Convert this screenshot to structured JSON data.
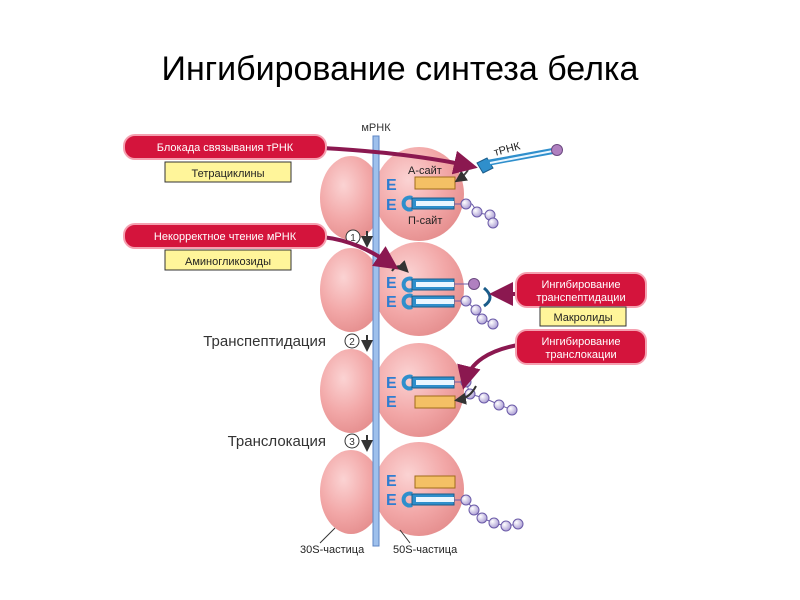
{
  "title": "Ингибирование синтеза белка",
  "labels": {
    "mrna": "мРНК",
    "trna": "тРНК",
    "a_site": "А-сайт",
    "p_site": "П-сайт",
    "transpeptidation": "Транспептидация",
    "translocation": "Транслокация",
    "subunit_30s": "30S-частица",
    "subunit_50s": "50S-частица",
    "e_site": "E",
    "step1": "1",
    "step2": "2",
    "step3": "3"
  },
  "inhibitions": {
    "trna_block": {
      "label": "Блокада связывания тРНК",
      "drug": "Тетрациклины"
    },
    "misreading": {
      "label": "Некорректное чтение мРНК",
      "drug": "Аминогликозиды"
    },
    "transpeptidation": {
      "label_line1": "Ингибирование",
      "label_line2": "транспептидации",
      "drug": "Макролиды"
    },
    "translocation": {
      "label_line1": "Ингибирование",
      "label_line2": "транслокации"
    }
  },
  "colors": {
    "ribosome": "#f2a3a3",
    "inhibitor_red": "#d4143c",
    "drug_box": "#fff59a",
    "arrow_purple": "#8b1850",
    "mrna_blue": "#9ec0ec",
    "trna_blue": "#2f8fcc",
    "peptide_bead": "#c4b4e4",
    "site_orange": "#f4c065"
  }
}
